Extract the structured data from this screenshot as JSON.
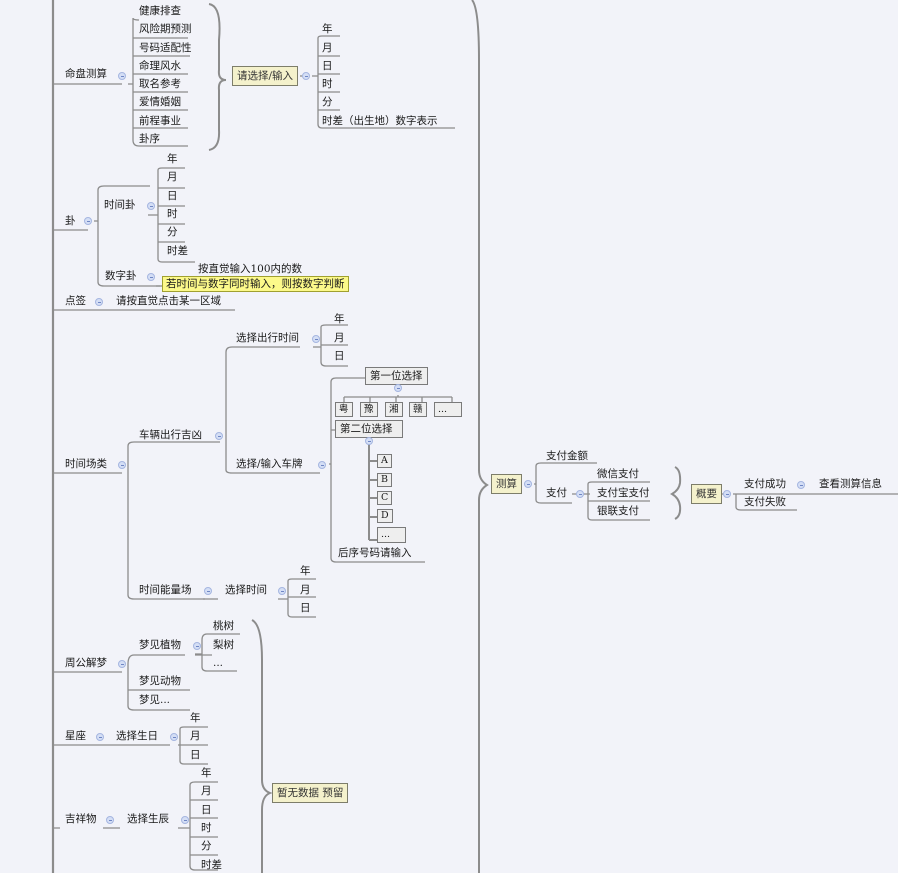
{
  "mindmap": {
    "minggpan": {
      "label": "命盘测算",
      "items": [
        "健康排查",
        "风险期预测",
        "号码适配性",
        "命理风水",
        "取名参考",
        "爱情婚姻",
        "前程事业",
        "卦序"
      ],
      "summary": "请选择/输入",
      "inputs": [
        "年",
        "月",
        "日",
        "时",
        "分",
        "时差（出生地）数字表示"
      ]
    },
    "gua": {
      "label": "卦",
      "time_gua": {
        "label": "时间卦",
        "items": [
          "年",
          "月",
          "日",
          "时",
          "分",
          "时差"
        ]
      },
      "number_gua": {
        "label": "数字卦",
        "hint": "按直觉输入100内的数",
        "note": "若时间与数字同时输入，则按数字判断"
      }
    },
    "dianqian": {
      "label": "点签",
      "hint": "请按直觉点击某一区域"
    },
    "scene": {
      "label": "时间场类",
      "vehicle": {
        "label": "车辆出行吉凶",
        "travel_time": {
          "label": "选择出行时间",
          "items": [
            "年",
            "月",
            "日"
          ]
        },
        "plate": {
          "label": "选择/输入车牌",
          "first": {
            "label": "第一位选择",
            "options": [
              "粤",
              "豫",
              "湘",
              "赣",
              "..."
            ]
          },
          "second": {
            "label": "第二位选择",
            "options": [
              "A",
              "B",
              "C",
              "D",
              "..."
            ]
          },
          "rest": "后序号码请输入"
        }
      },
      "energy": {
        "label": "时间能量场",
        "select": "选择时间",
        "items": [
          "年",
          "月",
          "日"
        ]
      }
    },
    "dream": {
      "label": "周公解梦",
      "plants": {
        "label": "梦见植物",
        "items": [
          "桃树",
          "梨树",
          "..."
        ]
      },
      "animals": "梦见动物",
      "more": "梦见..."
    },
    "zodiac": {
      "label": "星座",
      "select": "选择生日",
      "items": [
        "年",
        "月",
        "日"
      ]
    },
    "mascot": {
      "label": "吉祥物",
      "select": "选择生辰",
      "items": [
        "年",
        "月",
        "日",
        "时",
        "分",
        "时差"
      ]
    },
    "reserve_summary": "暂无数据 预留",
    "calc": {
      "label": "测算",
      "amount": "支付金额",
      "pay": {
        "label": "支付",
        "methods": [
          "微信支付",
          "支付宝支付",
          "银联支付"
        ]
      },
      "summary": "概要",
      "success": "支付成功",
      "view": "查看测算信息",
      "fail": "支付失败"
    }
  }
}
